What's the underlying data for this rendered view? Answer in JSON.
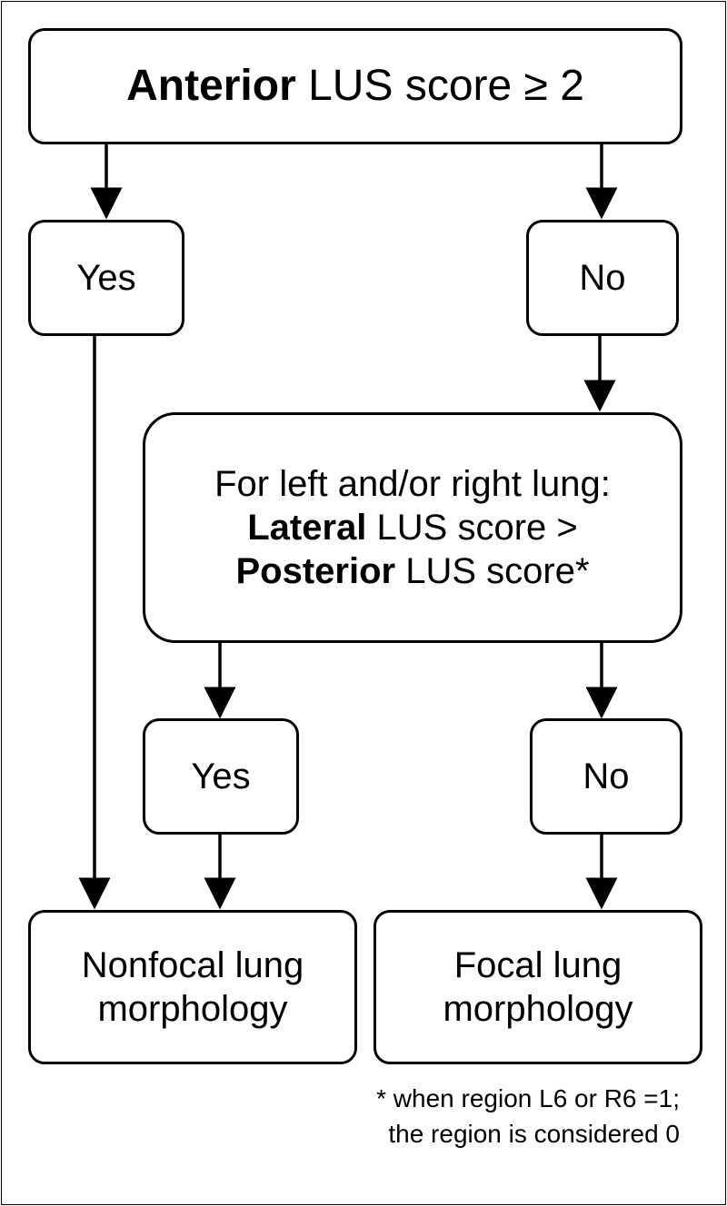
{
  "boxes": {
    "anterior": {
      "bold": "Anterior",
      "rest": " LUS score ≥ 2"
    },
    "yes1": "Yes",
    "no1": "No",
    "lateral": {
      "line1": "For left and/or right lung:",
      "line2_bold": "Lateral",
      "line2_rest": " LUS score >",
      "line3_bold": "Posterior",
      "line3_rest": " LUS score*"
    },
    "yes2": "Yes",
    "no2": "No",
    "nonfocal": {
      "line1": "Nonfocal lung",
      "line2": "morphology"
    },
    "focal": {
      "line1": "Focal lung",
      "line2": "morphology"
    }
  },
  "footnote": {
    "line1": "* when region L6 or R6 =1;",
    "line2": "the region is considered 0"
  }
}
